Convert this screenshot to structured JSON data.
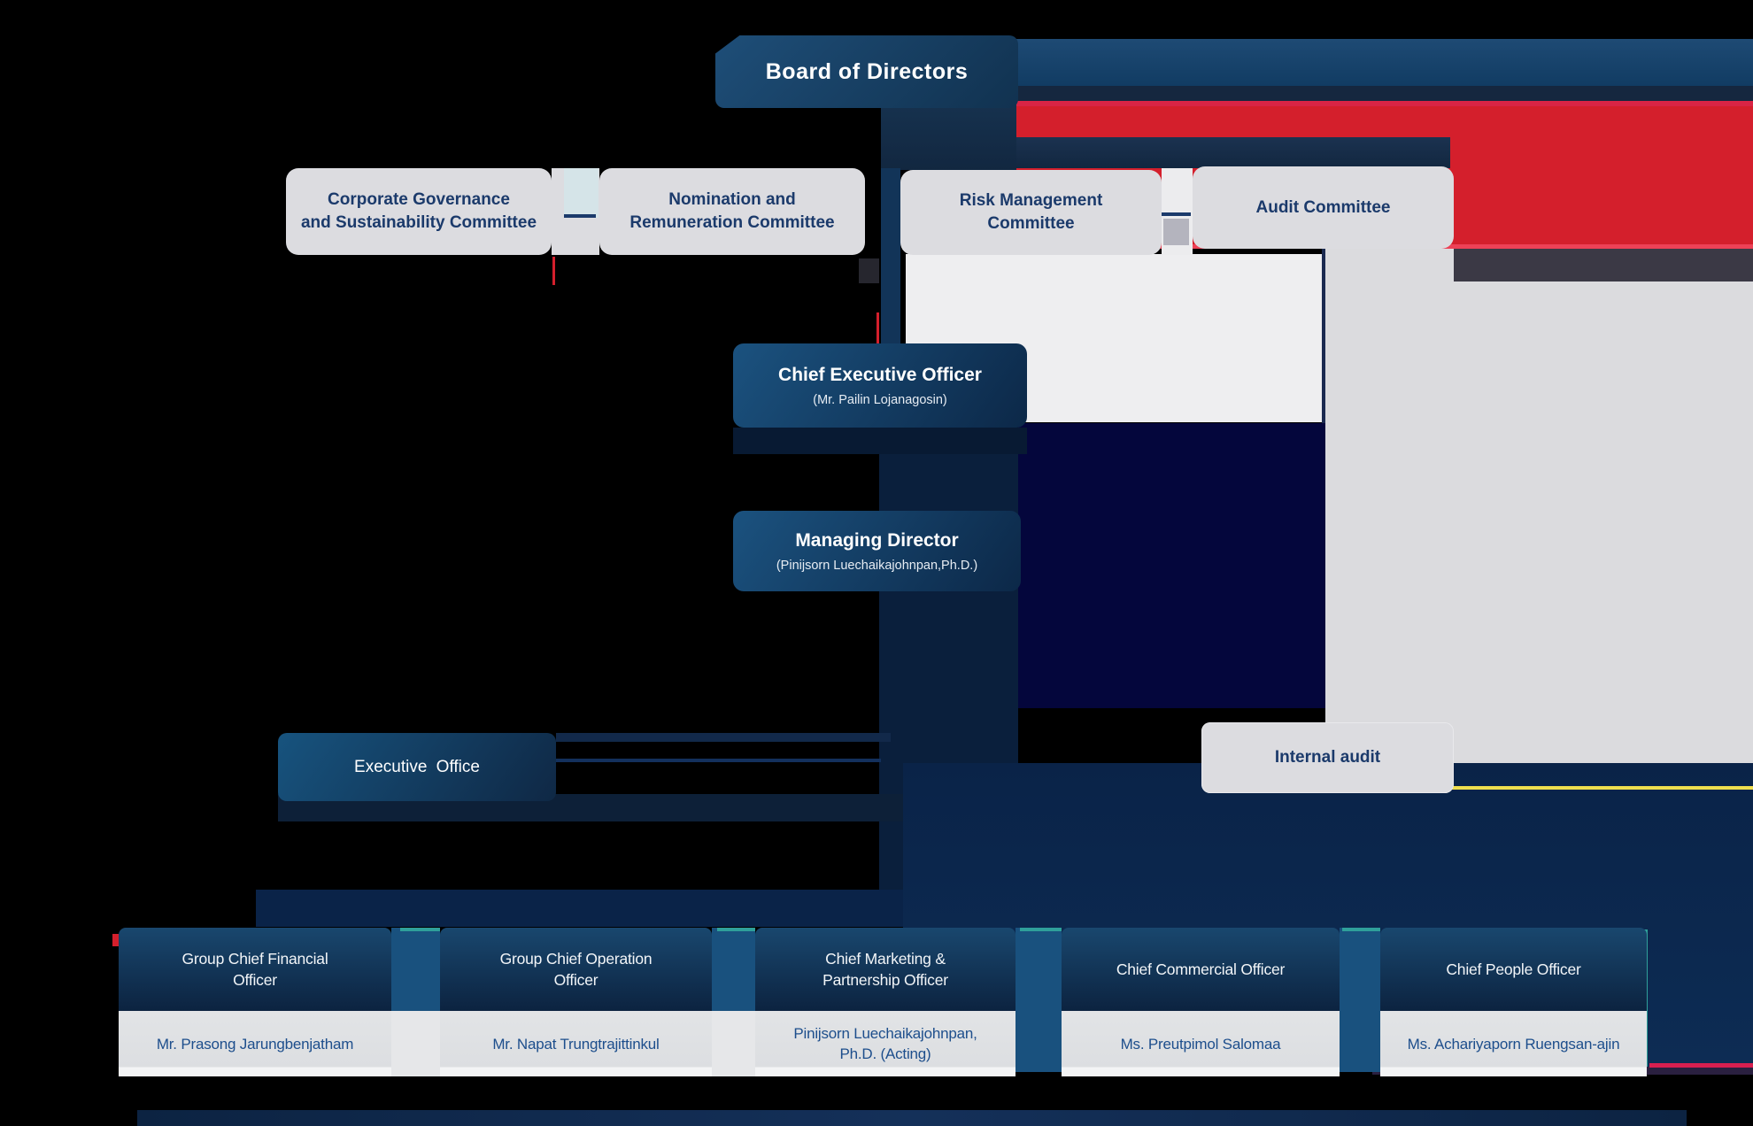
{
  "board": {
    "label": "Board of Directors"
  },
  "committees": [
    {
      "line1": "Corporate Governance",
      "line2": "and Sustainability Committee"
    },
    {
      "line1": "Nomination and",
      "line2": "Remuneration Committee"
    },
    {
      "line1": "Risk Management",
      "line2": "Committee"
    },
    {
      "line1": "Audit Committee",
      "line2": ""
    }
  ],
  "executives": {
    "ceo": {
      "title": "Chief Executive Officer",
      "name": "(Mr. Pailin Lojanagosin)"
    },
    "managing_director": {
      "title": "Managing Director",
      "name": "(Pinijsorn Luechaikajohnpan,Ph.D.)"
    },
    "executive_office": {
      "label": "Executive Office"
    },
    "internal_audit": {
      "label": "Internal audit"
    }
  },
  "officers": [
    {
      "title_line1": "Group Chief Financial",
      "title_line2": "Officer",
      "name_line1": "Mr. Prasong Jarungbenjatham",
      "name_line2": ""
    },
    {
      "title_line1": "Group Chief Operation",
      "title_line2": "Officer",
      "name_line1": "Mr. Napat Trungtrajittinkul",
      "name_line2": ""
    },
    {
      "title_line1": "Chief Marketing &",
      "title_line2": "Partnership Officer",
      "name_line1": "Pinijsorn Luechaikajohnpan,",
      "name_line2": "Ph.D. (Acting)"
    },
    {
      "title_line1": "Chief Commercial Officer",
      "title_line2": "",
      "name_line1": "Ms. Preutpimol Salomaa",
      "name_line2": ""
    },
    {
      "title_line1": "Chief People Officer",
      "title_line2": "",
      "name_line1": "Ms. Achariyaporn Ruengsan-ajin",
      "name_line2": ""
    }
  ],
  "colors": {
    "red": "#D41F2C",
    "committee-bg": "#DCDCE0",
    "committee-text": "#1B3A6B",
    "panel-gray": "#DBDBDE",
    "panel-white": "#EEEEF0",
    "deep-block": "#04063C",
    "pillar-blue": "#19517E",
    "teal": "#2FA09A",
    "yellow": "#EFDF4E",
    "name-text": "#1D4E8C"
  }
}
